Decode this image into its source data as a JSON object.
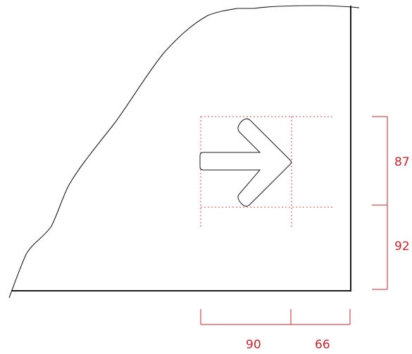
{
  "dimensions": {
    "vertical_upper": "87",
    "vertical_lower": "92",
    "horizontal_left": "90",
    "horizontal_right": "66"
  },
  "colors": {
    "outline": "#1a1a1a",
    "dimension": "#c8262c",
    "guide": "#e04b4b"
  },
  "icons": [
    "arrow-right-icon"
  ]
}
